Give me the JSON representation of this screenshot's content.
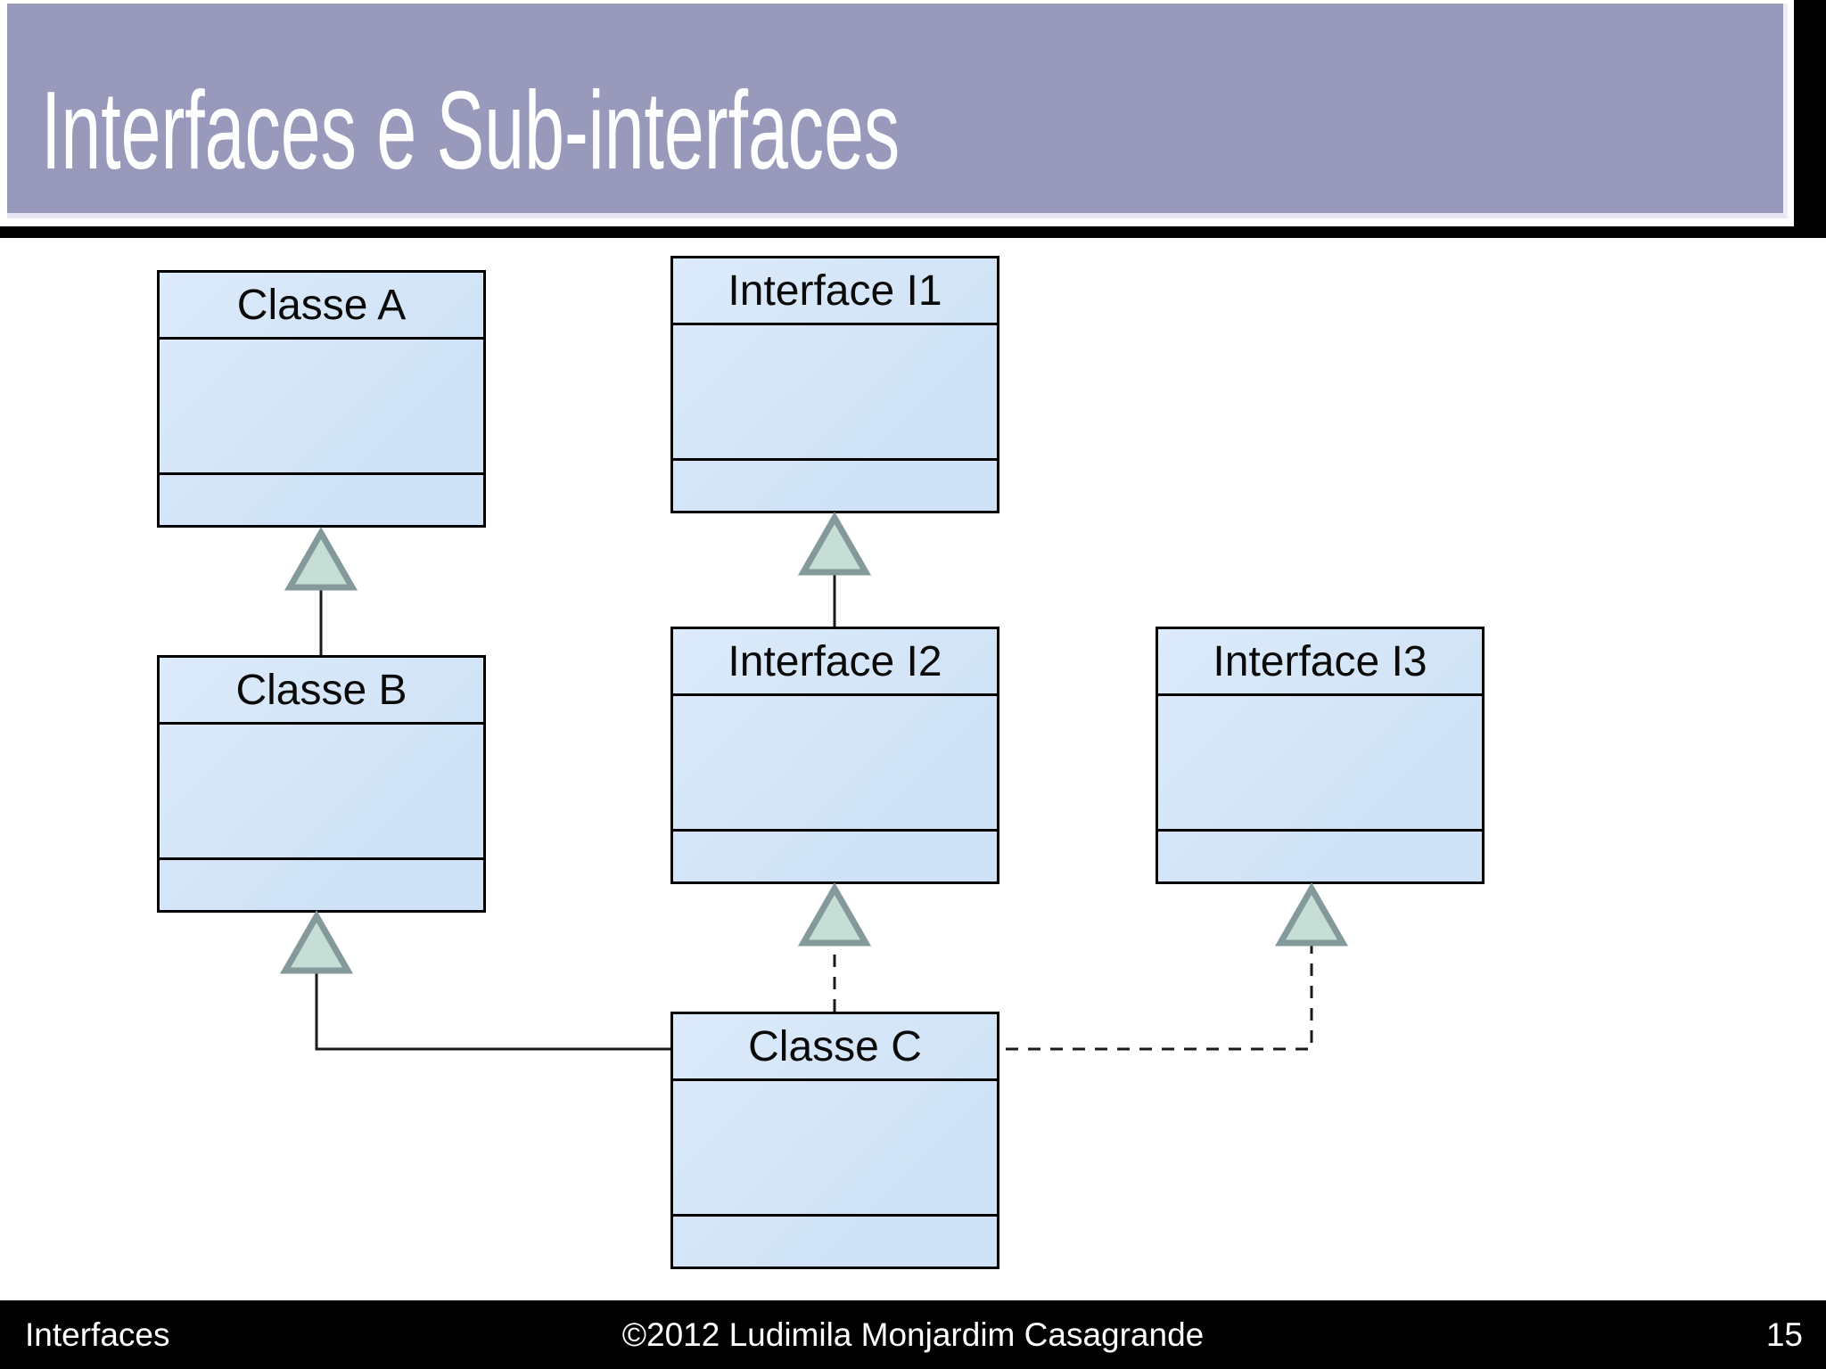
{
  "slide": {
    "title": "Interfaces e Sub-interfaces",
    "footer_left": "Interfaces",
    "footer_center": "©2012 Ludimila Monjardim Casagrande",
    "page_number": "15"
  },
  "colors": {
    "header_bg": "#9999bb",
    "header_edge_highlight": "#e6e6f2",
    "header_shadow": "#000000",
    "box_fill": "#cfe2f5",
    "box_border": "#000000",
    "triangle_fill": "#c7ded7",
    "triangle_border": "#84999a",
    "connector_line": "#1a1a1a",
    "footer_bg": "#000000",
    "title_text": "#ffffff",
    "box_label_text": "#0a0a0a"
  },
  "diagram": {
    "boxes": [
      {
        "id": "classe-a",
        "label": "Classe A"
      },
      {
        "id": "interface-i1",
        "label": "Interface I1"
      },
      {
        "id": "classe-b",
        "label": "Classe B"
      },
      {
        "id": "interface-i2",
        "label": "Interface I2"
      },
      {
        "id": "interface-i3",
        "label": "Interface I3"
      },
      {
        "id": "classe-c",
        "label": "Classe C"
      }
    ],
    "relationships": [
      {
        "from": "Classe B",
        "to": "Classe A",
        "type": "generalization",
        "line": "solid"
      },
      {
        "from": "Interface I2",
        "to": "Interface I1",
        "type": "generalization",
        "line": "solid"
      },
      {
        "from": "Classe C",
        "to": "Classe B",
        "type": "generalization",
        "line": "solid"
      },
      {
        "from": "Classe C",
        "to": "Interface I2",
        "type": "realization",
        "line": "dashed"
      },
      {
        "from": "Classe C",
        "to": "Interface I3",
        "type": "realization",
        "line": "dashed"
      }
    ]
  }
}
